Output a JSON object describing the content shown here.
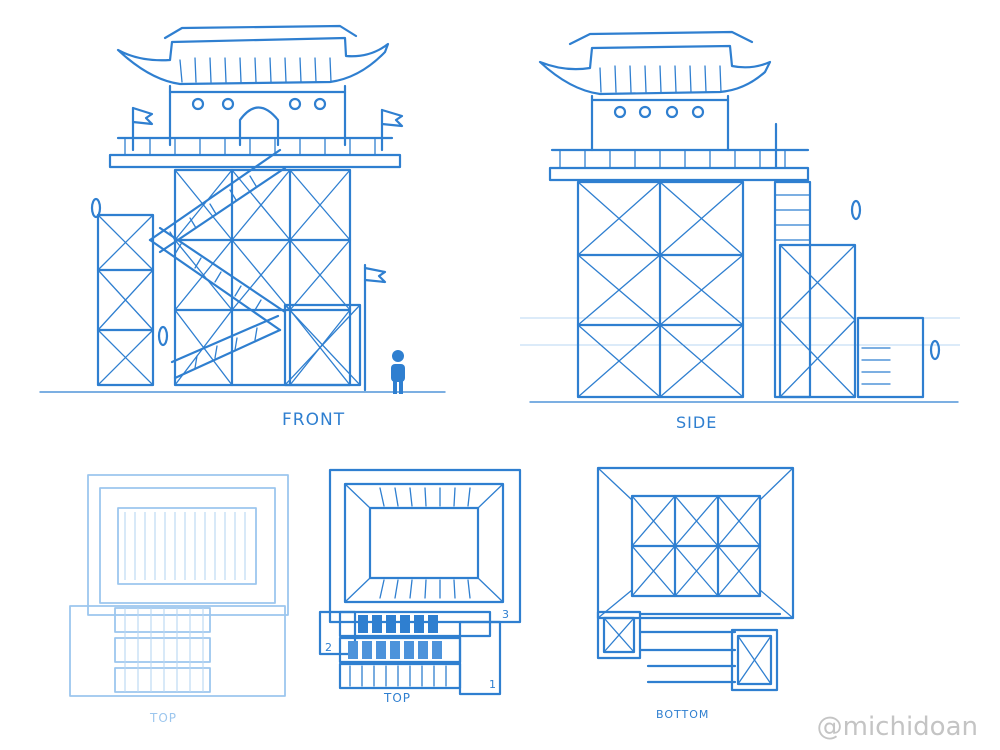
{
  "labels": {
    "front": "FRONT",
    "side": "SIDE",
    "top_faint": "TOP",
    "top": "TOP",
    "bottom": "BOTTOM"
  },
  "plan_markers": {
    "one": "1",
    "two": "2",
    "three": "3"
  },
  "watermark": "@michidoan",
  "colors": {
    "ink": "#2f7fd0",
    "faint": "#9cc6ee",
    "watermark": "#c4c4c4"
  }
}
